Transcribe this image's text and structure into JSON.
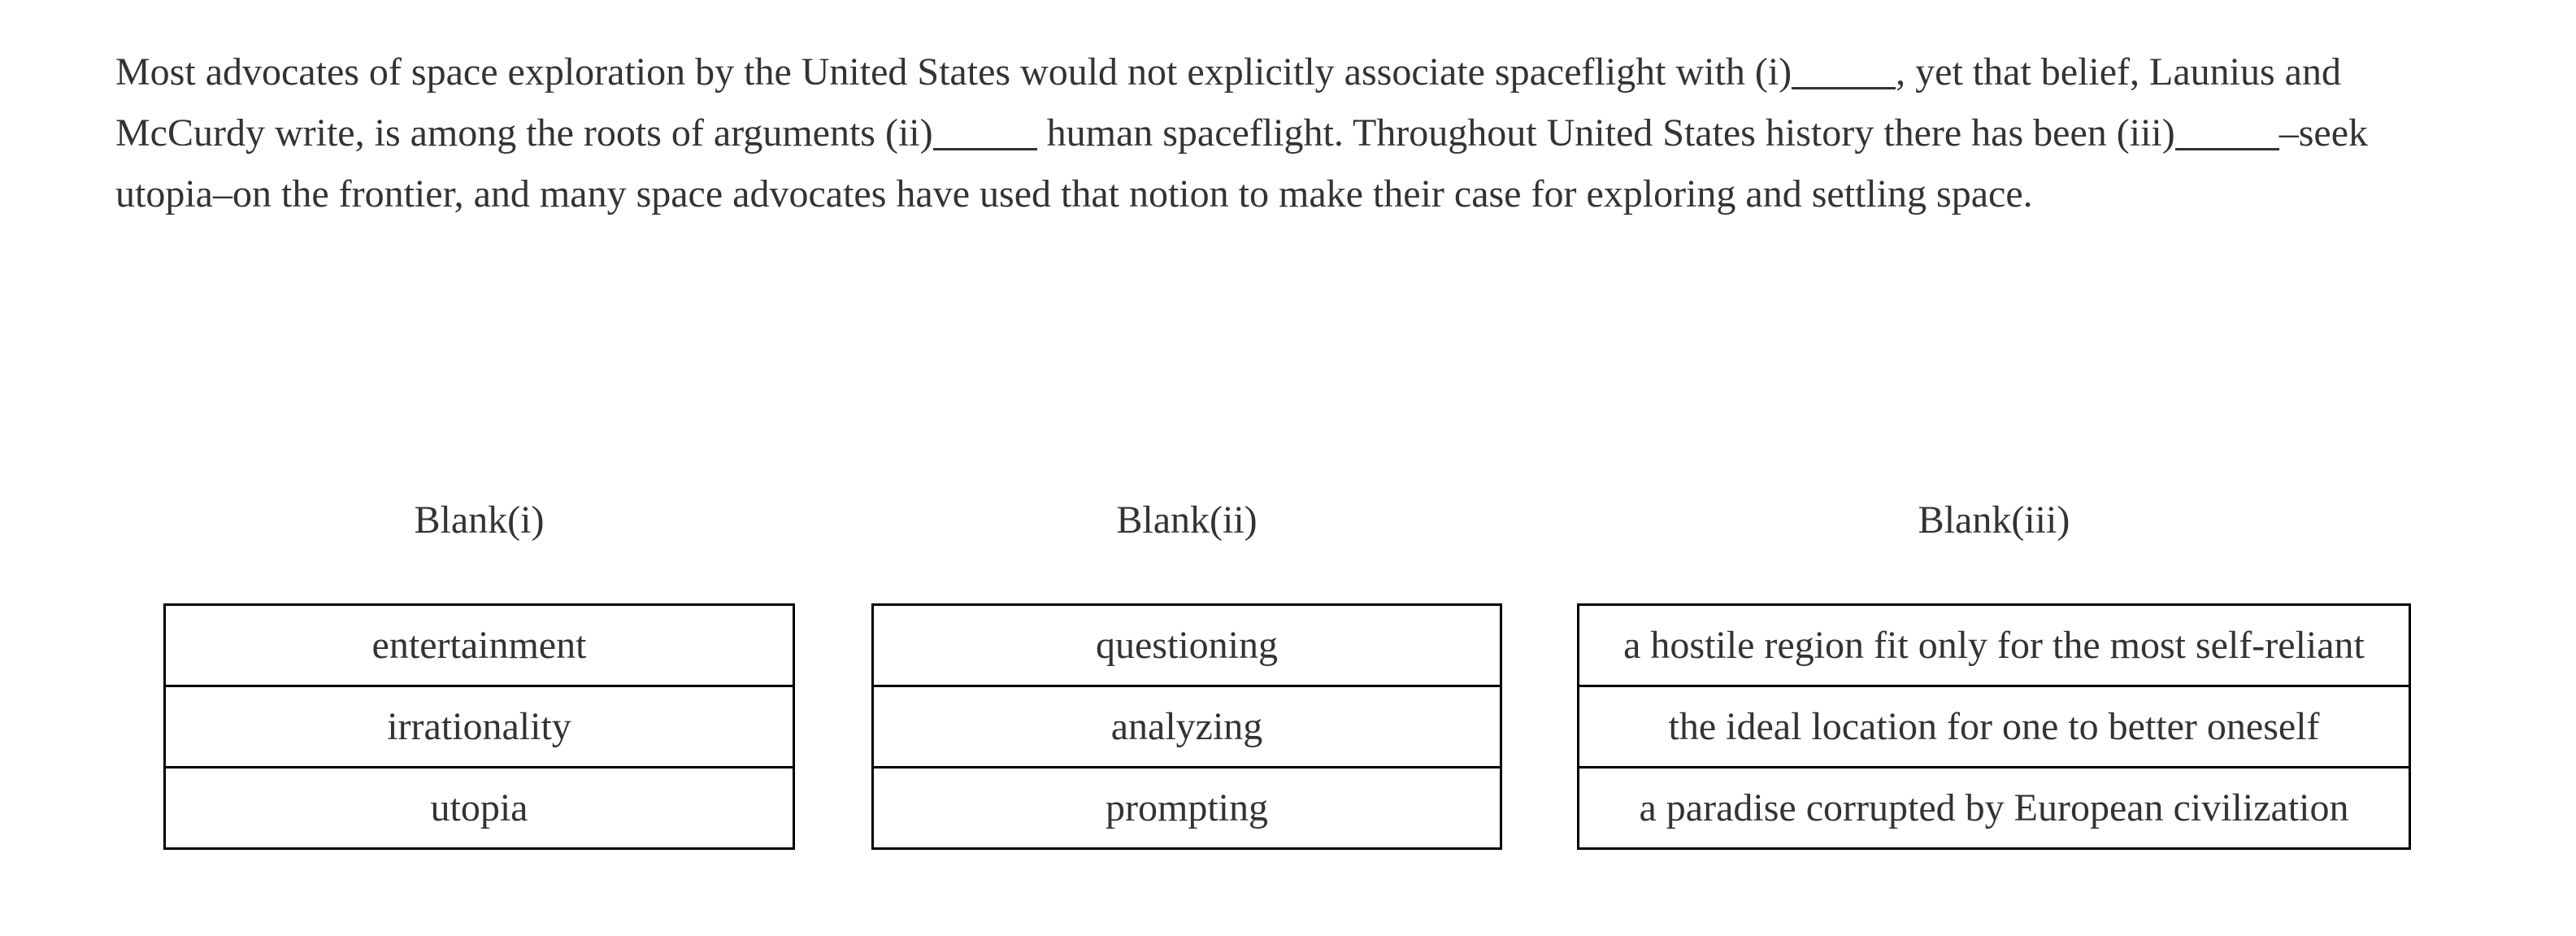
{
  "passage": {
    "seg1": "Most advocates of space exploration by the United States would not explicitly associate spaceflight with (i)",
    "seg2": ", yet that belief, Launius and McCurdy write, is among the roots of arguments (ii)",
    "seg3": " human spaceflight. Throughout United States history there has been (iii)",
    "seg4": "–seek utopia–on the frontier, and many space advocates have used that notion to make their case for exploring and settling space."
  },
  "blanks": [
    {
      "heading": "Blank(i)",
      "options": [
        "entertainment",
        "irrationality",
        "utopia"
      ]
    },
    {
      "heading": "Blank(ii)",
      "options": [
        "questioning",
        "analyzing",
        "prompting"
      ]
    },
    {
      "heading": "Blank(iii)",
      "options": [
        "a hostile region fit only for the most self-reliant",
        "the ideal location for one to better oneself",
        "a paradise corrupted by European civilization"
      ]
    }
  ],
  "colors": {
    "text": "#333333",
    "border": "#000000",
    "background": "#ffffff"
  }
}
